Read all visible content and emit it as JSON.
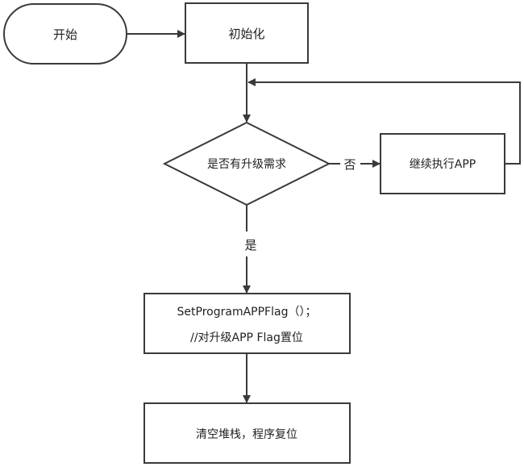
{
  "nodes": {
    "start": {
      "label": "开始"
    },
    "init": {
      "label": "初始化"
    },
    "decision": {
      "label": "是否有升级需求"
    },
    "continue_app": {
      "label": "继续执行APP"
    },
    "set_flag": {
      "line1": "SetProgramAPPFlag（）；",
      "line2": "//对升级APP Flag置位"
    },
    "reset": {
      "label": "清空堆栈，程序复位"
    }
  },
  "edges": {
    "no_label": "否",
    "yes_label": "是"
  },
  "colors": {
    "stroke": "#3a3a3a",
    "text": "#222222",
    "background": "#ffffff"
  }
}
